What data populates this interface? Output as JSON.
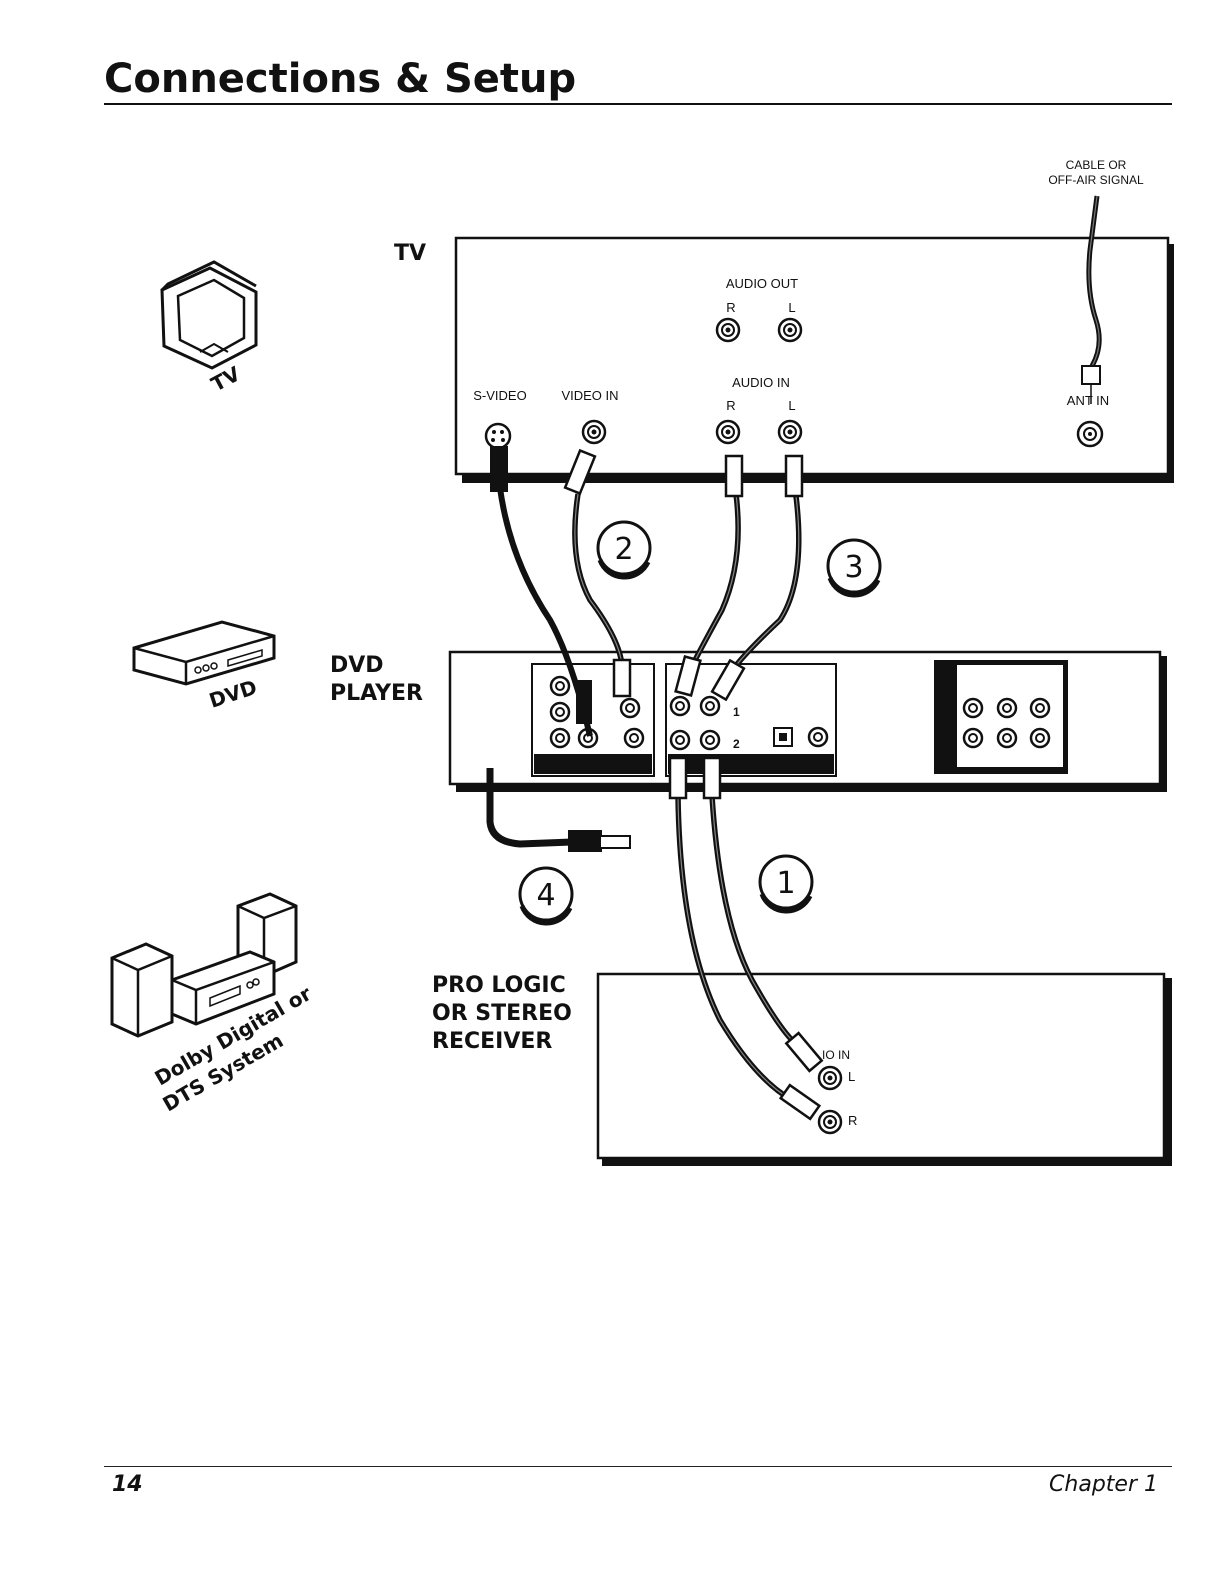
{
  "header": {
    "title": "Connections & Setup"
  },
  "footer": {
    "page_number": "14",
    "chapter": "Chapter 1"
  },
  "devices": {
    "tv": {
      "icon_label": "TV",
      "panel_label": "TV"
    },
    "dvd": {
      "icon_label": "DVD",
      "panel_label_line1": "DVD",
      "panel_label_line2": "PLAYER"
    },
    "receiver": {
      "icon_label_line1": "Dolby Digital or",
      "icon_label_line2": "DTS System",
      "panel_label_line1": "PRO LOGIC",
      "panel_label_line2": "OR STEREO",
      "panel_label_line3": "RECEIVER"
    }
  },
  "tv_panel": {
    "signal_line1": "CABLE OR",
    "signal_line2": "OFF-AIR SIGNAL",
    "audio_out": "AUDIO OUT",
    "audio_out_r": "R",
    "audio_out_l": "L",
    "audio_in": "AUDIO IN",
    "audio_in_r": "R",
    "audio_in_l": "L",
    "s_video": "S-VIDEO",
    "video_in": "VIDEO IN",
    "ant_in": "ANT IN"
  },
  "dvd_panel": {
    "jack_row1": "1",
    "jack_row2": "2"
  },
  "receiver_panel": {
    "audio_in": "IO IN",
    "l": "L",
    "r": "R"
  },
  "steps": [
    "1",
    "2",
    "3",
    "4"
  ]
}
